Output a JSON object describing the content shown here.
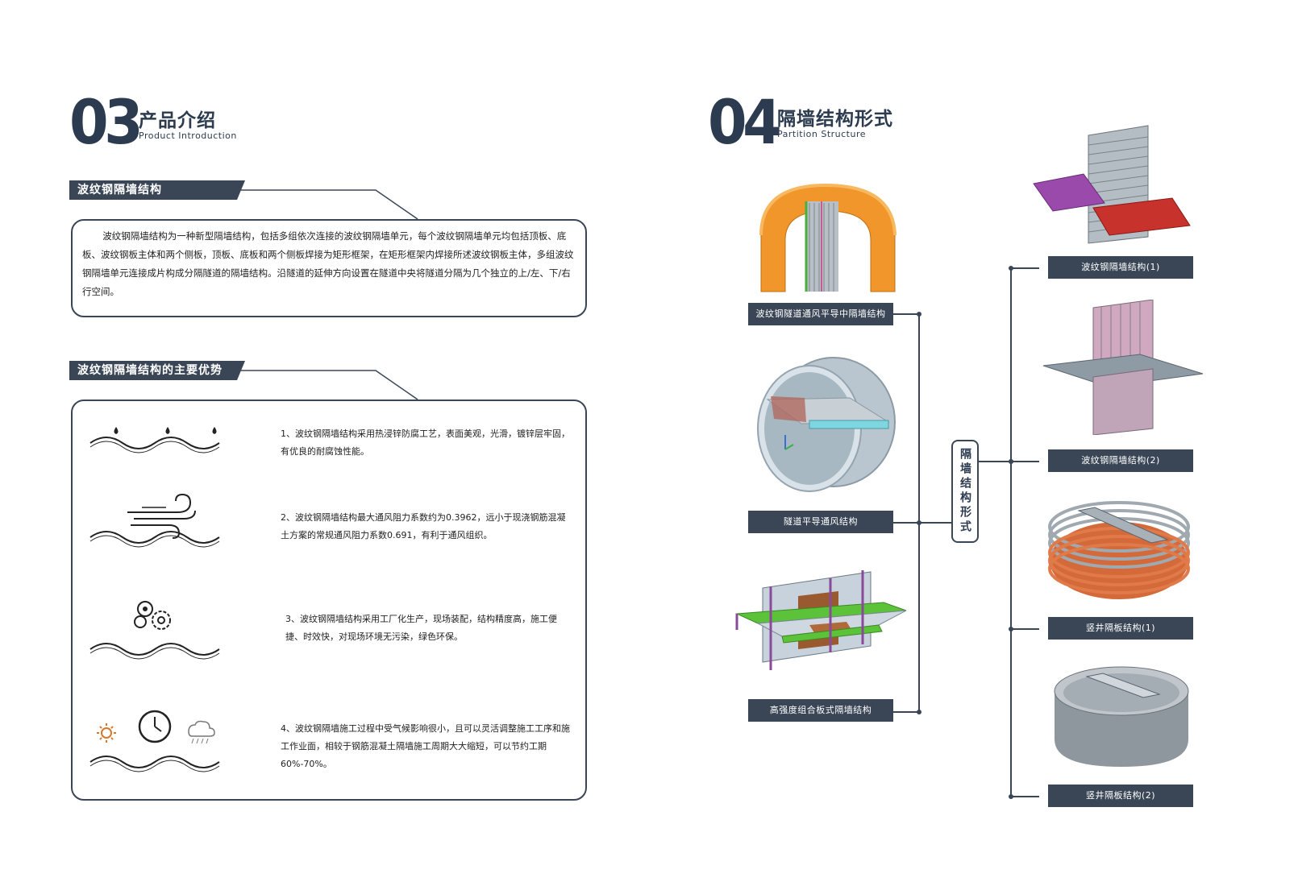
{
  "left": {
    "number": "03",
    "title_cn": "产品介绍",
    "title_en": "Product Introduction",
    "section1_tab": "波纹钢隔墙结构",
    "section1_text": "波纹钢隔墙结构为一种新型隔墙结构，包括多组依次连接的波纹钢隔墙单元，每个波纹钢隔墙单元均包括顶板、底板、波纹钢板主体和两个侧板，顶板、底板和两个侧板焊接为矩形框架，在矩形框架内焊接所述波纹钢板主体，多组波纹钢隔墙单元连接成片构成分隔隧道的隔墙结构。沿隧道的延伸方向设置在隧道中央将隧道分隔为几个独立的上/左、下/右行空间。",
    "section2_tab": "波纹钢隔墙结构的主要优势",
    "advantages": [
      {
        "text": "1、波纹钢隔墙结构采用热浸锌防腐工艺，表面美观，光滑，镀锌层牢固，有优良的耐腐蚀性能。",
        "icon": "corrosion-drops-icon"
      },
      {
        "text": "2、波纹钢隔墙结构最大通风阻力系数约为0.3962，远小于现浇钢筋混凝土方案的常规通风阻力系数0.691，有利于通风组织。",
        "icon": "wind-icon"
      },
      {
        "text": "3、波纹钢隔墙结构采用工厂化生产，现场装配，结构精度高，施工便捷、时效快，对现场环境无污染，绿色环保。",
        "icon": "gears-icon"
      },
      {
        "text": "4、波纹钢隔墙施工过程中受气候影响很小，且可以灵活调整施工工序和施工作业面，相较于钢筋混凝土隔墙施工周期大大缩短，可以节约工期60%-70%。",
        "icon": "clock-weather-icon"
      }
    ]
  },
  "right": {
    "number": "04",
    "title_cn": "隔墙结构形式",
    "title_en": "Partition Structure",
    "center_label": "隔墙结构形式",
    "left_items": [
      "波纹钢隧道通风平导中隔墙结构",
      "隧道平导通风结构",
      "高强度组合板式隔墙结构"
    ],
    "right_items": [
      "波纹钢隔墙结构(1)",
      "波纹钢隔墙结构(2)",
      "竖井隔板结构(1)",
      "竖井隔板结构(2)"
    ]
  },
  "colors": {
    "navy": "#3a4656",
    "orange": "#f0962a",
    "red": "#c8322c",
    "purple": "#8a4a9a",
    "green": "#5cc23a",
    "copper": "#d46a3a"
  }
}
